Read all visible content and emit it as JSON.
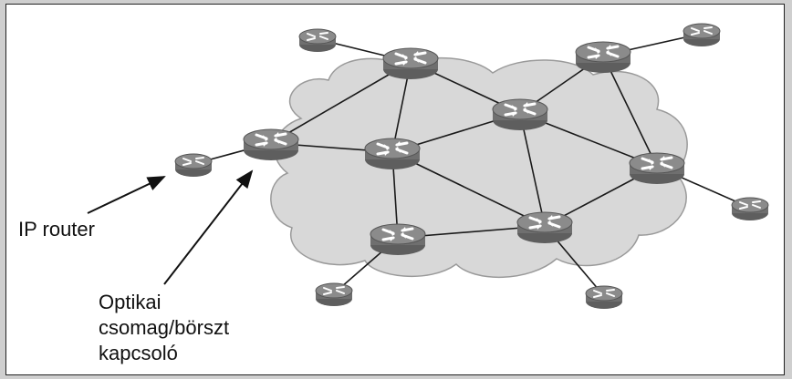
{
  "labels": {
    "ip_router": "IP router",
    "optical_switch": [
      "Optikai",
      "csomag/börszt",
      "kapcsoló"
    ]
  },
  "colors": {
    "cloud_fill": "#d8d8d8",
    "cloud_stroke": "#9a9a9a",
    "router_body": "#6f6f6f",
    "router_top": "#8b8b8b",
    "link": "#1a1a1a",
    "frame": "#ffffff"
  },
  "icons": {
    "core_node": "optical-switch-icon",
    "edge_node": "ip-router-icon"
  }
}
